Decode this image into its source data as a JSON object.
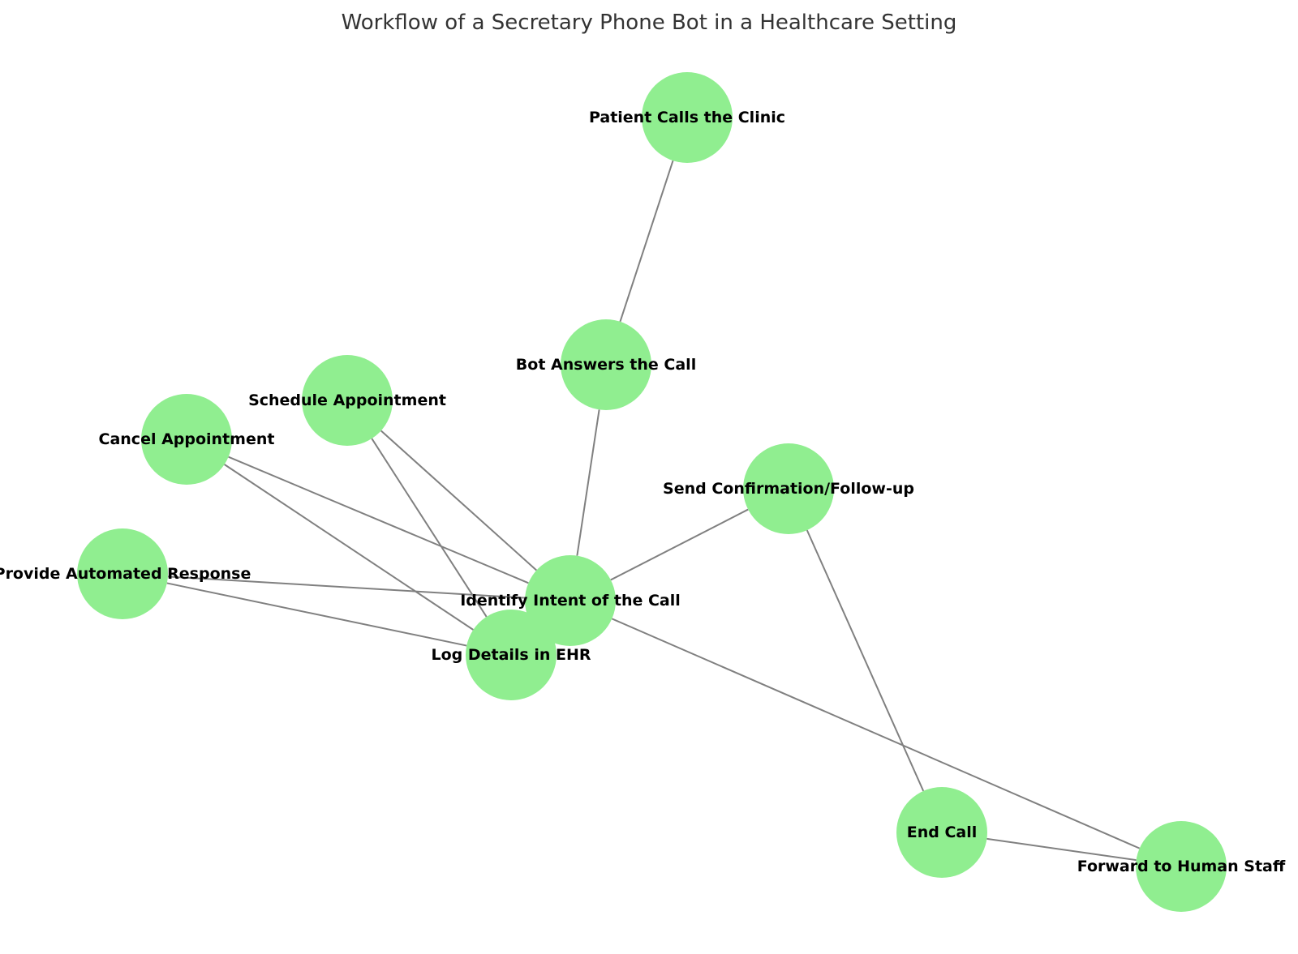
{
  "title": "Workflow of a Secretary Phone Bot in a Healthcare Setting",
  "colors": {
    "node_fill": "#90ee90",
    "edge": "#808080",
    "label": "#000000",
    "title": "#333333",
    "background": "#ffffff"
  },
  "nodes": [
    {
      "id": "patient_calls",
      "label": "Patient Calls the Clinic"
    },
    {
      "id": "bot_answers",
      "label": "Bot Answers the Call"
    },
    {
      "id": "schedule",
      "label": "Schedule Appointment"
    },
    {
      "id": "cancel",
      "label": "Cancel Appointment"
    },
    {
      "id": "send_confirmation",
      "label": "Send Confirmation/Follow-up"
    },
    {
      "id": "automated_response",
      "label": "Provide Automated Response"
    },
    {
      "id": "identify_intent",
      "label": "Identify Intent of the Call"
    },
    {
      "id": "log_details",
      "label": "Log Details in EHR"
    },
    {
      "id": "end_call",
      "label": "End Call"
    },
    {
      "id": "forward_staff",
      "label": "Forward to Human Staff"
    }
  ],
  "edges": [
    {
      "from": "patient_calls",
      "to": "bot_answers"
    },
    {
      "from": "bot_answers",
      "to": "identify_intent"
    },
    {
      "from": "identify_intent",
      "to": "schedule"
    },
    {
      "from": "identify_intent",
      "to": "cancel"
    },
    {
      "from": "identify_intent",
      "to": "automated_response"
    },
    {
      "from": "identify_intent",
      "to": "send_confirmation"
    },
    {
      "from": "identify_intent",
      "to": "forward_staff"
    },
    {
      "from": "schedule",
      "to": "log_details"
    },
    {
      "from": "cancel",
      "to": "log_details"
    },
    {
      "from": "automated_response",
      "to": "log_details"
    },
    {
      "from": "send_confirmation",
      "to": "end_call"
    },
    {
      "from": "end_call",
      "to": "forward_staff"
    }
  ]
}
